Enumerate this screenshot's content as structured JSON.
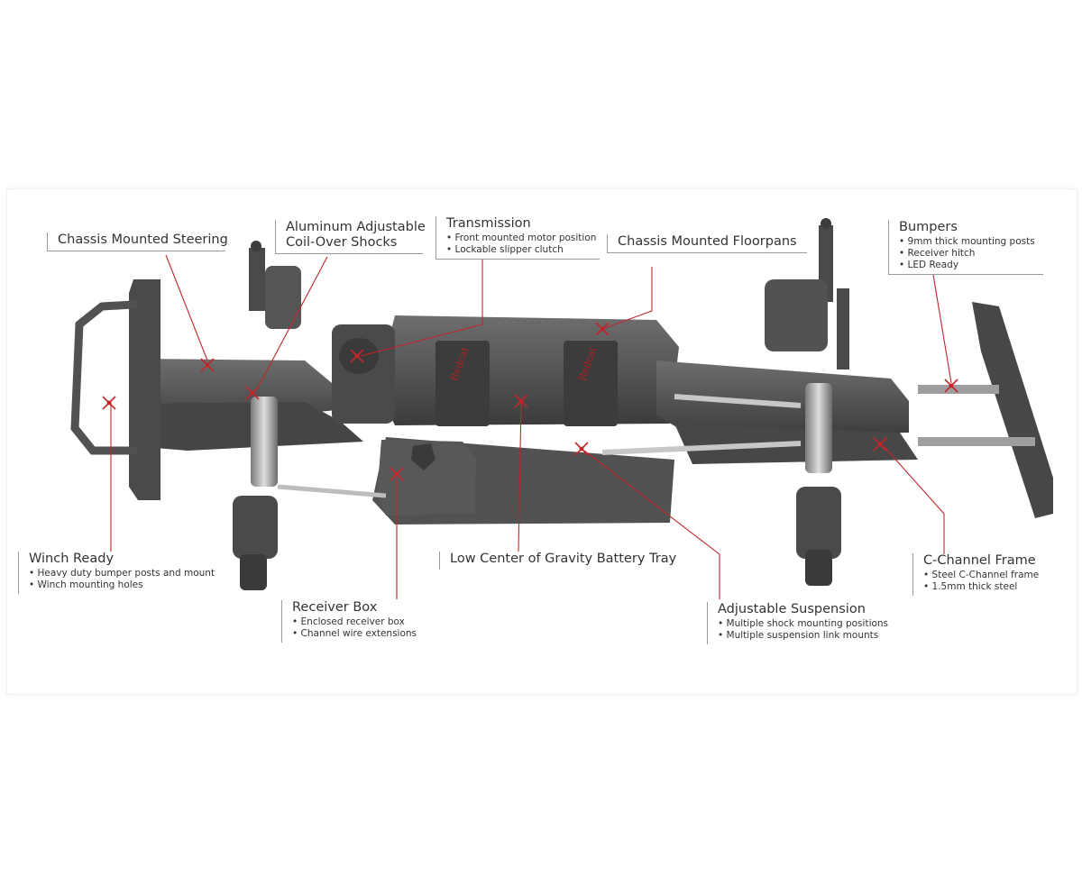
{
  "callouts": {
    "steering": {
      "title": "Chassis Mounted Steering"
    },
    "shocks": {
      "title_line1": "Aluminum Adjustable",
      "title_line2": "Coil-Over Shocks"
    },
    "transmission": {
      "title": "Transmission",
      "bullets": [
        "Front mounted motor position",
        "Lockable slipper clutch"
      ]
    },
    "floorpans": {
      "title": "Chassis Mounted Floorpans"
    },
    "bumpers": {
      "title": "Bumpers",
      "bullets": [
        "9mm thick mounting posts",
        "Receiver hitch",
        "LED Ready"
      ]
    },
    "winch": {
      "title": "Winch Ready",
      "bullets": [
        "Heavy duty bumper posts and mount",
        "Winch mounting holes"
      ]
    },
    "receiver": {
      "title": "Receiver Box",
      "bullets": [
        "Enclosed receiver box",
        "Channel wire extensions"
      ]
    },
    "battery": {
      "title": "Low Center of Gravity Battery Tray"
    },
    "suspension": {
      "title": "Adjustable Suspension",
      "bullets": [
        "Multiple shock mounting positions",
        "Multiple suspension link mounts"
      ]
    },
    "frame": {
      "title": "C-Channel Frame",
      "bullets": [
        "Steel C-Channel frame",
        "1.5mm thick steel"
      ]
    }
  },
  "colors": {
    "leader": "#c0262c",
    "chassis": "#505050",
    "chassis_dark": "#3a3a3a",
    "chassis_light": "#6a6a6a"
  },
  "logo": {
    "motor_badge": "Redcat"
  }
}
